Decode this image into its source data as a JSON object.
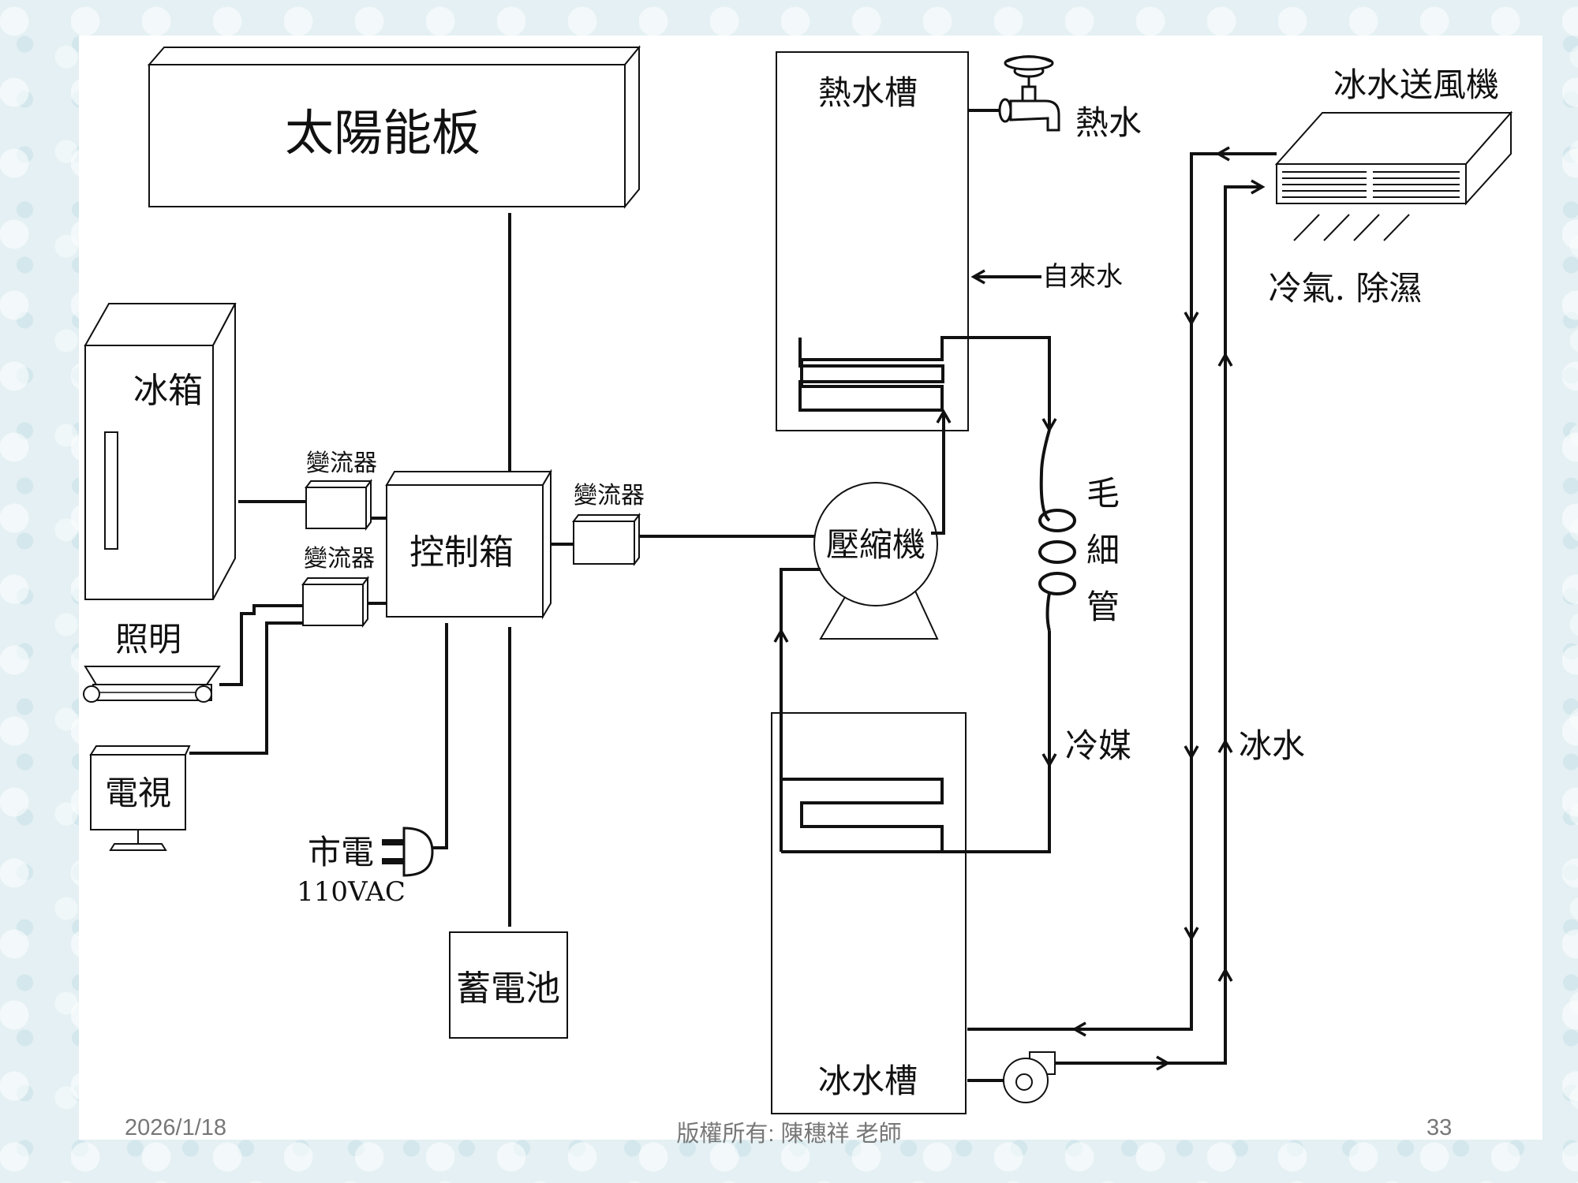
{
  "labels": {
    "solar_panel": "太陽能板",
    "fridge": "冰箱",
    "inverter_1": "變流器",
    "inverter_2": "變流器",
    "inverter_3": "變流器",
    "control_box": "控制箱",
    "lighting": "照明",
    "tv": "電視",
    "mains": "市電",
    "mains_voltage": "110VAC",
    "battery": "蓄電池",
    "compressor": "壓縮機",
    "hot_water_tank": "熱水槽",
    "hot_water": "熱水",
    "tap_water": "自來水",
    "capillary": [
      "毛",
      "細",
      "管"
    ],
    "refrigerant": "冷媒",
    "chilled_water_tank": "冰水槽",
    "fan_coil": "冰水送風機",
    "cooling_dehumid": "冷氣. 除濕",
    "chilled_water": "冰水"
  },
  "footer": {
    "date": "2026/1/18",
    "copyright": "版權所有: 陳穗祥 老師",
    "page": "33"
  },
  "colors": {
    "background": "#e4f0f3",
    "panel": "#ffffff",
    "stroke": "#111111",
    "footer_text": "#777777"
  }
}
